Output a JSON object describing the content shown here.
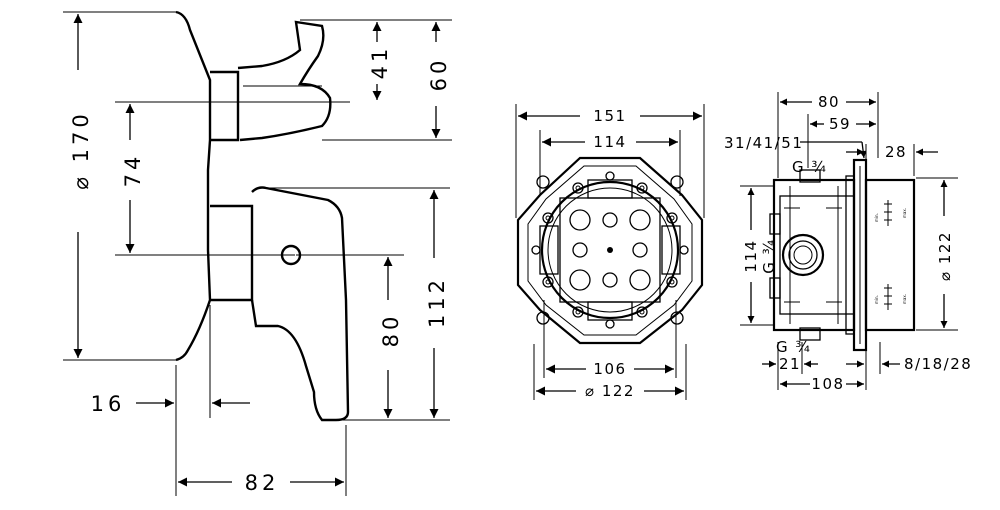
{
  "front_view": {
    "dims": {
      "d170": "⌀ 170",
      "d74": "74",
      "d41": "41",
      "d60": "60",
      "d16": "16",
      "d80": "80",
      "d112": "112",
      "d82": "82"
    }
  },
  "box_view": {
    "dims": {
      "d151": "151",
      "d114": "114",
      "d106": "106",
      "d122": "⌀ 122"
    }
  },
  "side_view": {
    "dims": {
      "d80": "80",
      "d59": "59",
      "d31_41_51": "31/41/51",
      "d28": "28",
      "g34_top": "G ¾",
      "g34_side": "G ¾",
      "d114": "114",
      "d122": "⌀ 122",
      "g34_bottom": "G ¾",
      "d21": "21",
      "d8_18_28": "8/18/28",
      "d108": "108"
    },
    "label_texts": [
      "max.",
      "min."
    ]
  }
}
